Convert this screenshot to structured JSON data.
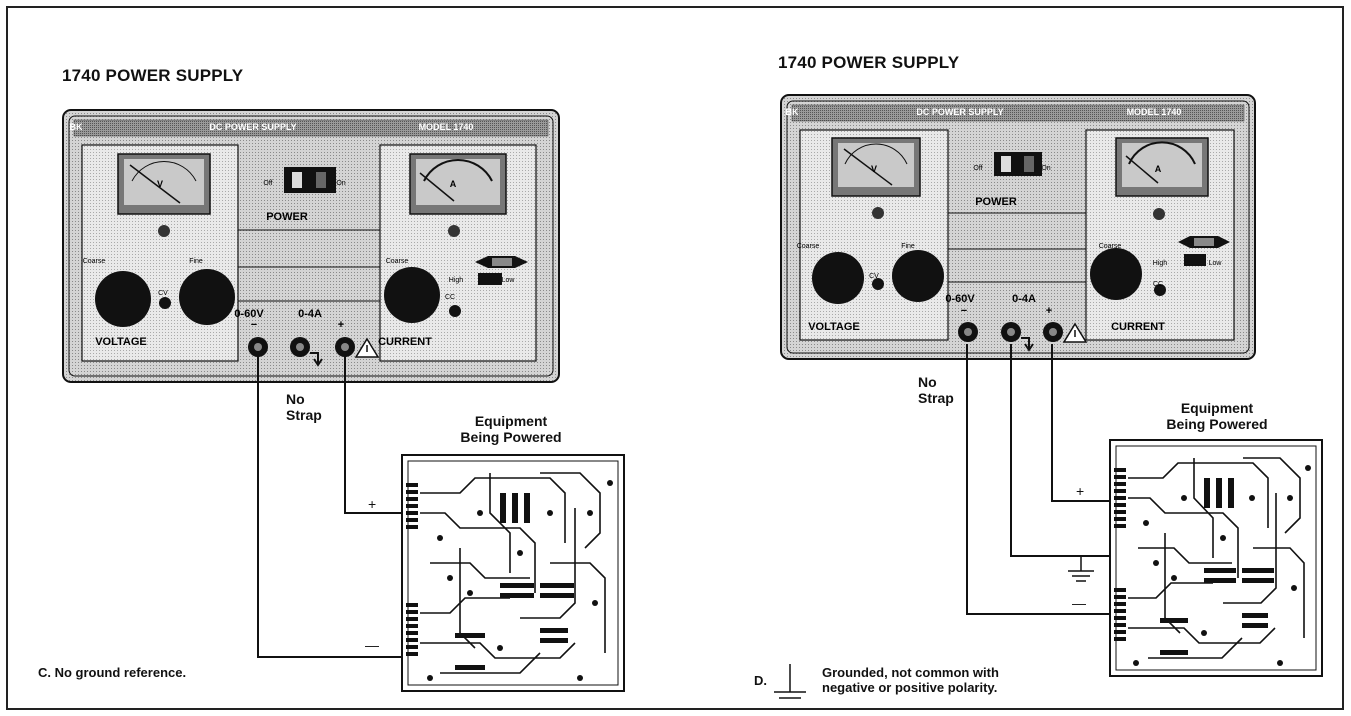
{
  "panels": [
    {
      "id": "c",
      "title": "1740 POWER SUPPLY",
      "header": {
        "brand": "BK",
        "type": "DC POWER SUPPLY",
        "model": "MODEL 1740"
      },
      "meters": {
        "voltage_symbol": "V",
        "current_symbol": "A"
      },
      "power": {
        "off": "Off",
        "on": "On",
        "label": "POWER"
      },
      "voltage": {
        "coarse": "Coarse",
        "fine": "Fine",
        "cv": "CV",
        "label": "VOLTAGE"
      },
      "current": {
        "coarse": "Coarse",
        "cc": "CC",
        "high": "High",
        "low": "Low",
        "label": "CURRENT"
      },
      "ranges": {
        "voltage": "0-60V",
        "current": "0-4A",
        "minus": "−",
        "plus": "+"
      },
      "strap": [
        "No",
        "Strap"
      ],
      "equipment": [
        "Equipment",
        "Being Powered"
      ],
      "wire_labels": {
        "plus": "+",
        "minus": "—"
      },
      "caption": "C. No ground reference."
    },
    {
      "id": "d",
      "title": "1740 POWER SUPPLY",
      "header": {
        "brand": "BK",
        "type": "DC POWER SUPPLY",
        "model": "MODEL 1740"
      },
      "meters": {
        "voltage_symbol": "V",
        "current_symbol": "A"
      },
      "power": {
        "off": "Off",
        "on": "On",
        "label": "POWER"
      },
      "voltage": {
        "coarse": "Coarse",
        "fine": "Fine",
        "cv": "CV",
        "label": "VOLTAGE"
      },
      "current": {
        "coarse": "Coarse",
        "cc": "CC",
        "high": "High",
        "low": "Low",
        "label": "CURRENT"
      },
      "ranges": {
        "voltage": "0-60V",
        "current": "0-4A",
        "minus": "−",
        "plus": "+"
      },
      "strap": [
        "No",
        "Strap"
      ],
      "equipment": [
        "Equipment",
        "Being Powered"
      ],
      "wire_labels": {
        "plus": "+",
        "minus": "—"
      },
      "caption_prefix": "D.",
      "caption_lines": [
        "Grounded, not common with",
        "negative or positive polarity."
      ]
    }
  ],
  "colors": {
    "line": "#111111",
    "panel_shade": "#bdbdbd",
    "section_fill": "#e0e0e0"
  }
}
